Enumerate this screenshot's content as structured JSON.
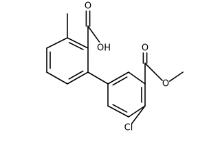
{
  "molecule": {
    "atoms": [
      {
        "id": "methyl_tip",
        "label": ""
      },
      {
        "id": "c_methyl",
        "label": ""
      },
      {
        "id": "c_cooh_ring",
        "label": ""
      },
      {
        "id": "c_biaryl_a",
        "label": ""
      },
      {
        "id": "c_a_bottom",
        "label": ""
      },
      {
        "id": "c_a_lower_left",
        "label": ""
      },
      {
        "id": "c_a_upper_left",
        "label": ""
      },
      {
        "id": "c_acid",
        "label": ""
      },
      {
        "id": "o_acid_carbonyl",
        "label": "O"
      },
      {
        "id": "o_acid_hydroxyl",
        "label": "OH"
      },
      {
        "id": "c_biaryl_b",
        "label": ""
      },
      {
        "id": "c_b_top",
        "label": ""
      },
      {
        "id": "c_b_ester_ring",
        "label": ""
      },
      {
        "id": "c_b_cl",
        "label": ""
      },
      {
        "id": "c_b_bottom",
        "label": ""
      },
      {
        "id": "c_b_lower_left",
        "label": ""
      },
      {
        "id": "c_ester",
        "label": ""
      },
      {
        "id": "o_ester_carbonyl",
        "label": "O"
      },
      {
        "id": "o_ester_single",
        "label": "O"
      },
      {
        "id": "c_ester_methyl",
        "label": ""
      },
      {
        "id": "cl",
        "label": "Cl"
      }
    ],
    "bonds": [
      {
        "a": "c_methyl",
        "b": "methyl_tip",
        "order": 1
      },
      {
        "a": "c_methyl",
        "b": "c_cooh_ring",
        "order": 2,
        "side": 1
      },
      {
        "a": "c_cooh_ring",
        "b": "c_biaryl_a",
        "order": 1
      },
      {
        "a": "c_biaryl_a",
        "b": "c_a_bottom",
        "order": 2,
        "side": 1
      },
      {
        "a": "c_a_bottom",
        "b": "c_a_lower_left",
        "order": 1
      },
      {
        "a": "c_a_lower_left",
        "b": "c_a_upper_left",
        "order": 2,
        "side": 1
      },
      {
        "a": "c_a_upper_left",
        "b": "c_methyl",
        "order": 1
      },
      {
        "a": "c_cooh_ring",
        "b": "c_acid",
        "order": 1
      },
      {
        "a": "c_acid",
        "b": "o_acid_carbonyl",
        "order": 2,
        "side": 0
      },
      {
        "a": "c_acid",
        "b": "o_acid_hydroxyl",
        "order": 1
      },
      {
        "a": "c_biaryl_a",
        "b": "c_biaryl_b",
        "order": 1
      },
      {
        "a": "c_biaryl_b",
        "b": "c_b_top",
        "order": 2,
        "side": -1
      },
      {
        "a": "c_b_top",
        "b": "c_b_ester_ring",
        "order": 1
      },
      {
        "a": "c_b_ester_ring",
        "b": "c_b_cl",
        "order": 2,
        "side": -1
      },
      {
        "a": "c_b_cl",
        "b": "c_b_bottom",
        "order": 1
      },
      {
        "a": "c_b_bottom",
        "b": "c_b_lower_left",
        "order": 2,
        "side": -1
      },
      {
        "a": "c_b_lower_left",
        "b": "c_biaryl_b",
        "order": 1
      },
      {
        "a": "c_b_ester_ring",
        "b": "c_ester",
        "order": 1
      },
      {
        "a": "c_ester",
        "b": "o_ester_carbonyl",
        "order": 2,
        "side": 0
      },
      {
        "a": "c_ester",
        "b": "o_ester_single",
        "order": 1
      },
      {
        "a": "o_ester_single",
        "b": "c_ester_methyl",
        "order": 1
      },
      {
        "a": "c_b_cl",
        "b": "cl",
        "order": 1
      }
    ]
  }
}
